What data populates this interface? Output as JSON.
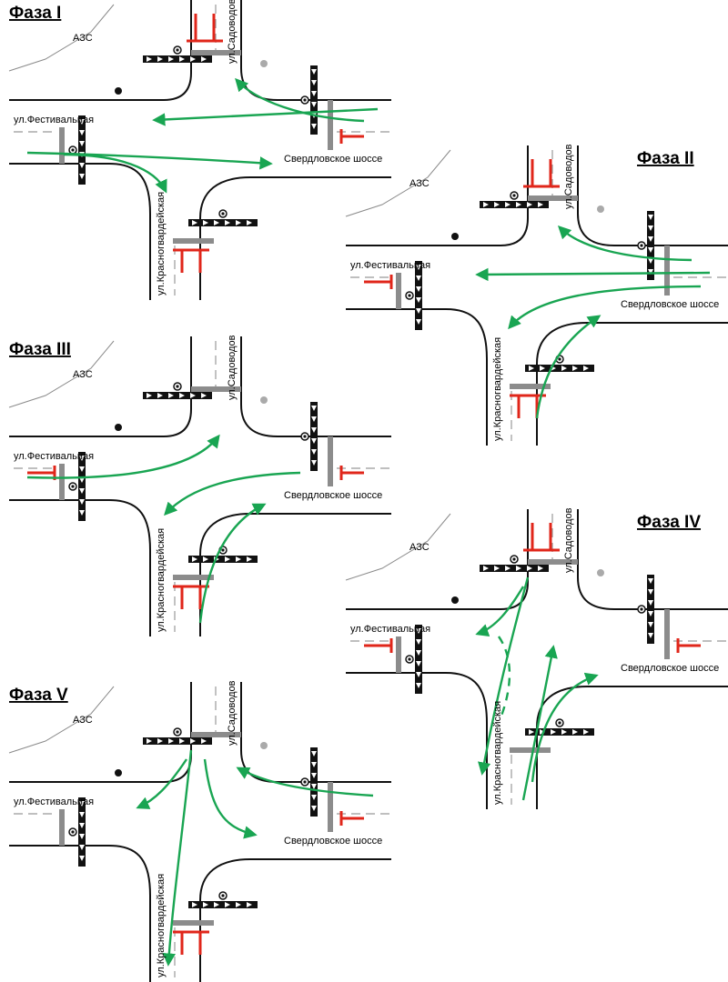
{
  "labels": {
    "fest": "ул.Фестивальная",
    "sverd": "Свердловское шоссе",
    "sad": "ул.Садоводов",
    "kras": "ул.Красногвардейская",
    "azs": "АЗС"
  },
  "phases": [
    {
      "id": "p1",
      "title": "Фаза I",
      "ox": 0,
      "oy": 0,
      "title_pos": "left",
      "stops": [
        "north",
        "west",
        "east",
        "south"
      ],
      "reds": [
        "north",
        "east",
        "south"
      ],
      "flows": [
        "M415,120 L170,132",
        "M400,133 C330,130 280,110 260,88",
        "M30,168 C120,170 220,175 297,180",
        "M70,170 C130,170 170,185 182,210"
      ],
      "dashed": []
    },
    {
      "id": "p2",
      "title": "Фаза II",
      "ox": 370,
      "oy": 160,
      "title_pos": "right",
      "stops": [
        "north",
        "west",
        "east",
        "south"
      ],
      "reds": [
        "north",
        "west",
        "south"
      ],
      "flows": [
        "M410,140 L155,142",
        "M390,126 C310,125 265,110 245,90",
        "M400,155 C300,155 220,165 190,200",
        "M220,300 C225,260 240,220 288,188"
      ],
      "dashed": []
    },
    {
      "id": "p3",
      "title": "Фаза III",
      "ox": 0,
      "oy": 370,
      "title_pos": "left",
      "stops": [
        "north",
        "west",
        "east",
        "south"
      ],
      "reds": [
        "west",
        "east",
        "south"
      ],
      "flows": [
        "M30,155 C120,158 210,150 240,110",
        "M330,150 C260,152 210,165 182,195",
        "M220,315 C225,270 240,210 290,185"
      ],
      "dashed": []
    },
    {
      "id": "p4",
      "title": "Фаза IV",
      "ox": 370,
      "oy": 560,
      "title_pos": "right",
      "stops": [
        "north",
        "west",
        "east",
        "south"
      ],
      "reds": [
        "north",
        "west",
        "east"
      ],
      "flows": [
        "M210,75 C190,150 175,210 160,290",
        "M205,85 C190,110 175,130 155,137",
        "M205,320 L238,152",
        "M215,300 C220,255 235,200 285,183"
      ],
      "dashed": [
        "M178,140 C192,160 195,190 180,230"
      ]
    },
    {
      "id": "p5",
      "title": "Фаза V",
      "ox": 0,
      "oy": 750,
      "title_pos": "left",
      "stops": [
        "north",
        "west",
        "east",
        "south"
      ],
      "reds": [
        "east",
        "south"
      ],
      "flows": [
        "M210,75 C200,170 190,240 185,310",
        "M205,85 C185,115 170,130 152,138",
        "M225,85 C232,140 245,160 280,168",
        "M410,125 C330,120 290,110 262,95"
      ],
      "dashed": []
    }
  ]
}
